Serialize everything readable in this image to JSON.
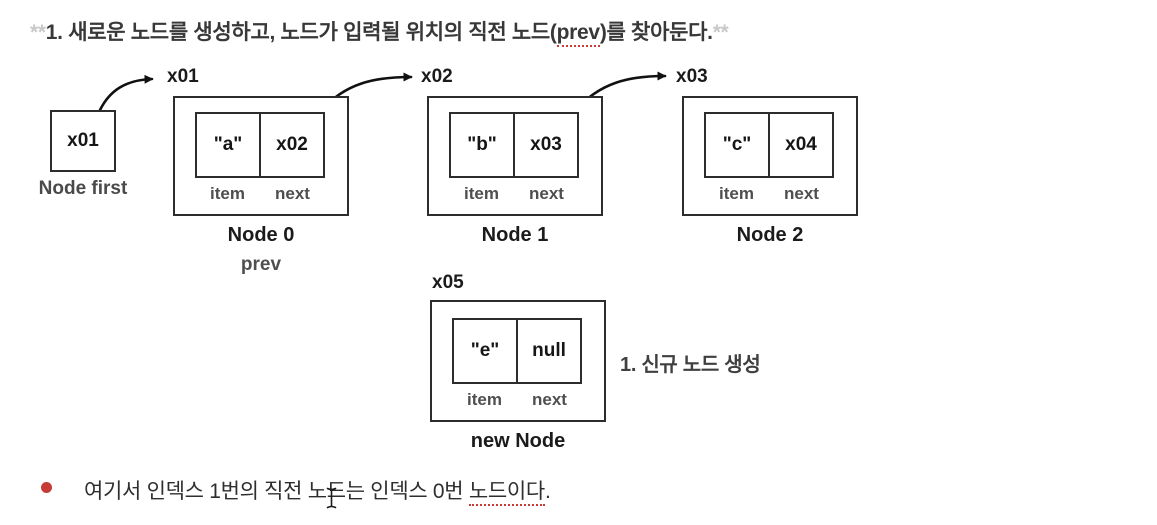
{
  "title": {
    "marks_left": "**",
    "segment_before": "1. 새로운 노드를 생성하고, 노드가 입력될 위치의 직전 노드(",
    "underlined_word": "prev",
    "segment_after": ")를 찾아둔다.",
    "marks_right": "**"
  },
  "head_pointer": {
    "value": "x01",
    "label": "Node first"
  },
  "nodes": [
    {
      "address": "x01",
      "item_value": "\"a\"",
      "next_value": "x02",
      "item_label": "item",
      "next_label": "next",
      "caption": "Node 0",
      "subcaption": "prev"
    },
    {
      "address": "x02",
      "item_value": "\"b\"",
      "next_value": "x03",
      "item_label": "item",
      "next_label": "next",
      "caption": "Node 1"
    },
    {
      "address": "x03",
      "item_value": "\"c\"",
      "next_value": "x04",
      "item_label": "item",
      "next_label": "next",
      "caption": "Node 2"
    }
  ],
  "new_node": {
    "address": "x05",
    "item_value": "\"e\"",
    "next_value": "null",
    "item_label": "item",
    "next_label": "next",
    "caption": "new Node",
    "annotation": "1. 신규 노드 생성"
  },
  "footnote": {
    "segment_before": "여기서 인덱스 1번의 직전 노드는 인덱스 0번 ",
    "underlined_word": "노드이다",
    "segment_after": "."
  },
  "colors": {
    "background": "#ffffff",
    "border": "#2d2d2d",
    "text_primary": "#383838",
    "text_values": "#161616",
    "text_secondary": "#4f4f4f",
    "markdown_marks": "#c9c9c9",
    "accent_red": "#c63b35",
    "arrow": "#111111"
  }
}
